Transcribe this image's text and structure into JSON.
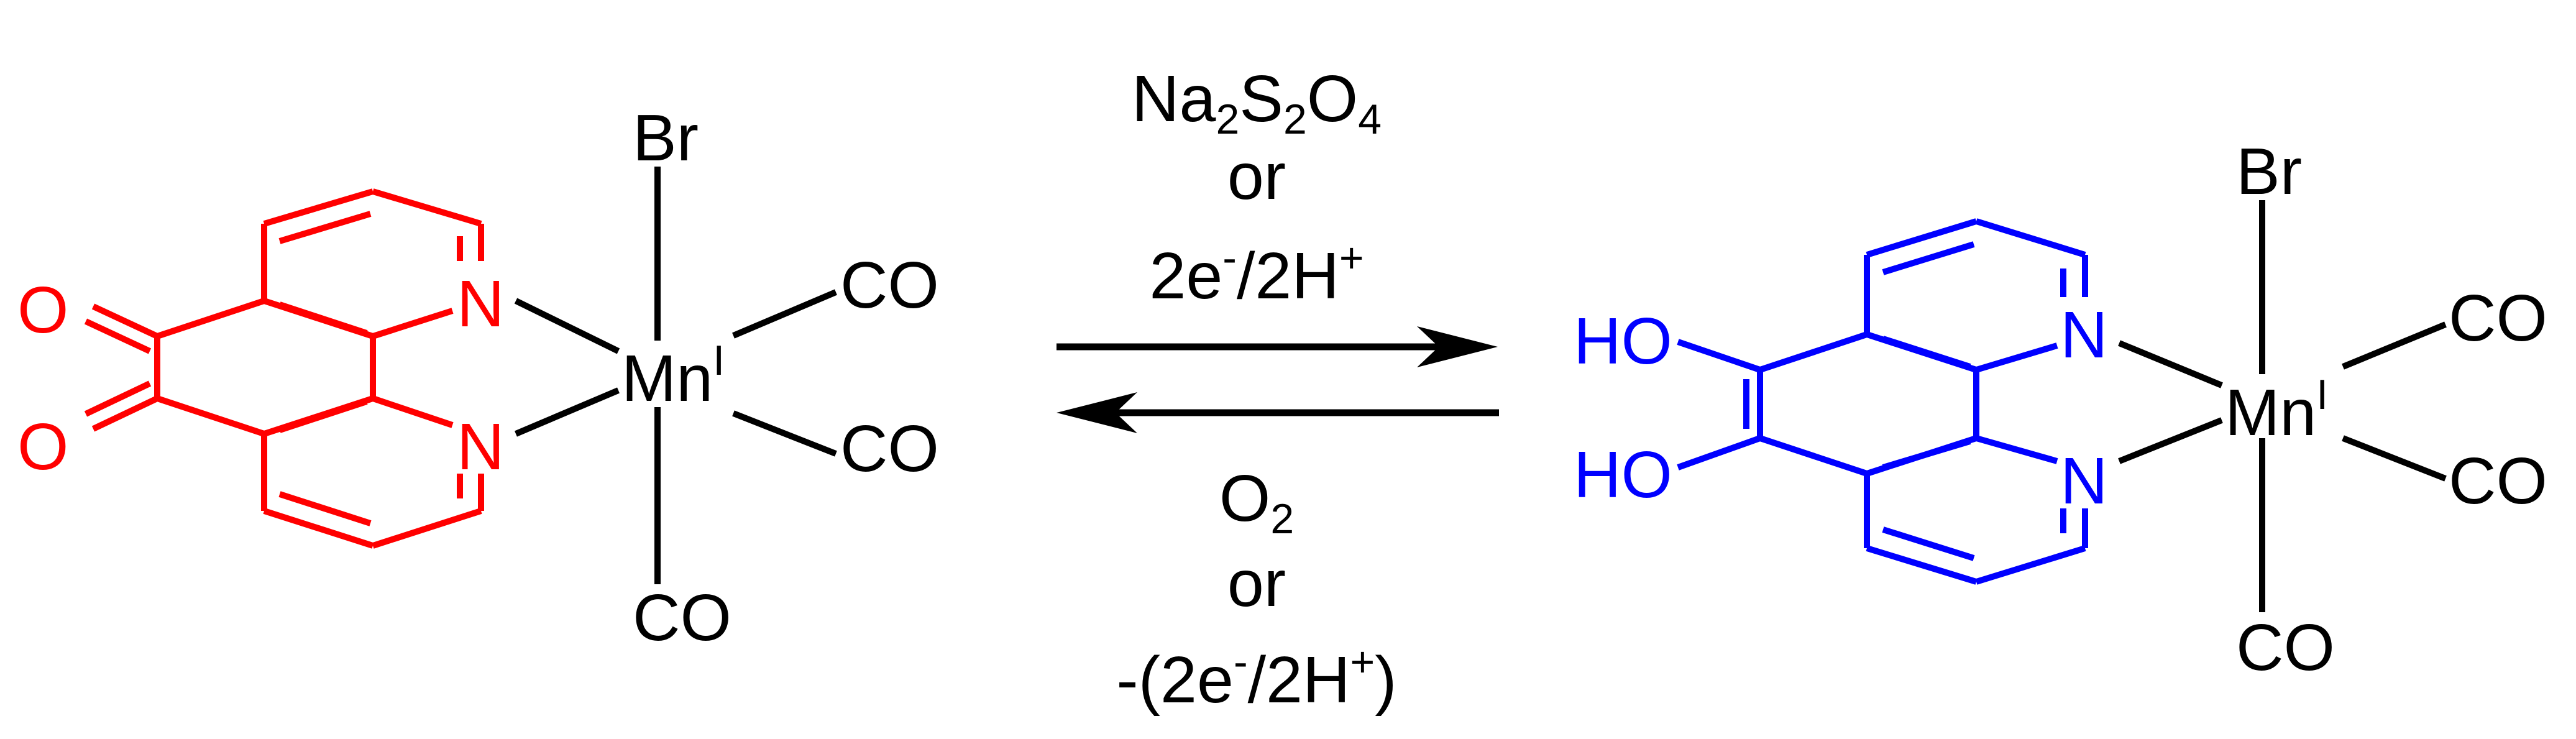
{
  "colors": {
    "oxidized_ligand": "#ff0000",
    "reduced_ligand": "#0000ff",
    "metal_center": "#000000"
  },
  "left_complex": {
    "oxygen_top": "O",
    "oxygen_bottom": "O",
    "nitrogen_top": "N",
    "nitrogen_bottom": "N",
    "metal": "Mn",
    "oxidation_state": "I",
    "axial_top": "Br",
    "axial_bottom": "CO",
    "equatorial_top": "CO",
    "equatorial_bottom": "CO"
  },
  "right_complex": {
    "hydroxyl_top": "HO",
    "hydroxyl_bottom": "HO",
    "nitrogen_top": "N",
    "nitrogen_bottom": "N",
    "metal": "Mn",
    "oxidation_state": "I",
    "axial_top": "Br",
    "axial_bottom": "CO",
    "equatorial_top": "CO",
    "equatorial_bottom": "CO"
  },
  "forward_conditions": {
    "reagent_parts": [
      "Na",
      "2",
      "S",
      "2",
      "O",
      "4"
    ],
    "connector": "or",
    "electrochemical_parts": [
      "2e",
      "-",
      "/2H",
      "+"
    ]
  },
  "reverse_conditions": {
    "reagent_parts": [
      "O",
      "2"
    ],
    "connector": "or",
    "electrochemical_parts": [
      "-(2e",
      "-",
      "/2H",
      "+",
      ")"
    ]
  }
}
